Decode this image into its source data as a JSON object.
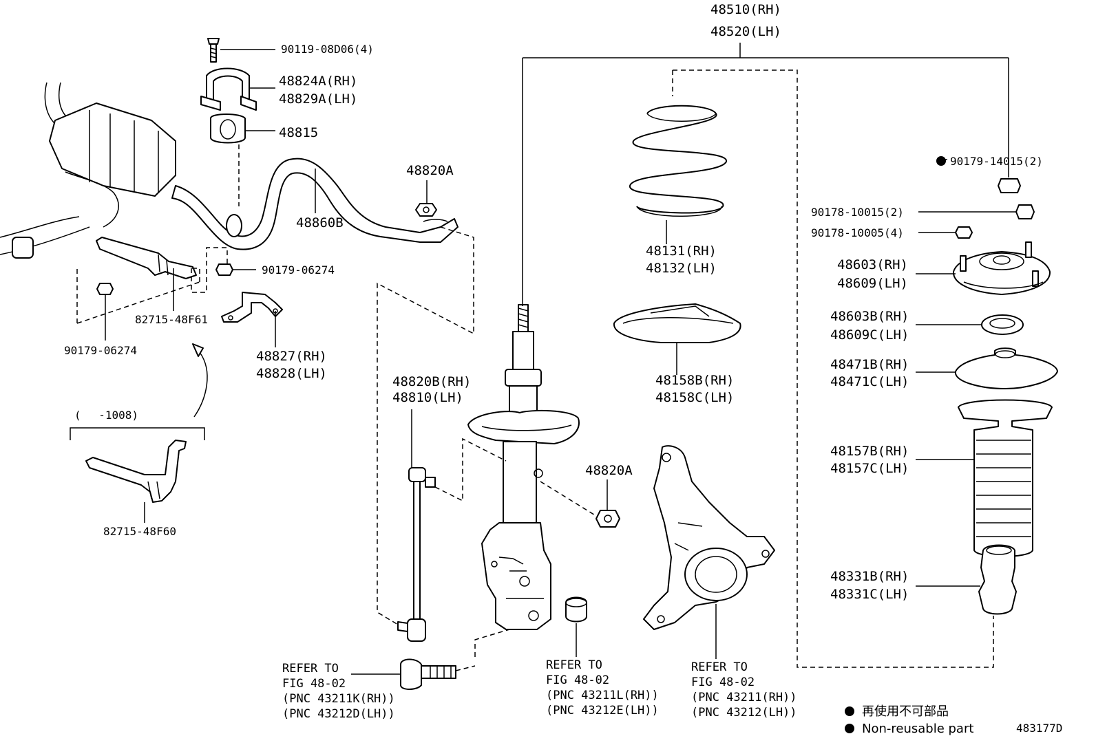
{
  "diagram_id": "483177D",
  "parts": {
    "strut_assy": [
      "48510(RH)",
      "48520(LH)"
    ],
    "bolt_90119": "90119-08D06(4)",
    "bracket_48824": [
      "48824A(RH)",
      "48829A(LH)"
    ],
    "bushing_48815": "48815",
    "stabilizer_bar": "48860B",
    "nut_48820a_top": "48820A",
    "nut_90179_right": "90179-06274",
    "bracket_82715_f61": "82715-48F61",
    "nut_90179_left": "90179-06274",
    "bracket_48827": [
      "48827(RH)",
      "48828(LH)"
    ],
    "old_range": "(　 -1008)",
    "bracket_82715_f60": "82715-48F60",
    "link_48820b": [
      "48820B(RH)",
      "48810(LH)"
    ],
    "nut_48820a_mid": "48820A",
    "spring": [
      "48131(RH)",
      "48132(LH)"
    ],
    "insulator_48158": [
      "48158B(RH)",
      "48158C(LH)"
    ],
    "nut_90179_14015": "90179-14015(2)",
    "nut_90178_10015": "90178-10015(2)",
    "nut_90178_10005": "90178-10005(4)",
    "support_48603": [
      "48603(RH)",
      "48609(LH)"
    ],
    "bearing_48603b": [
      "48603B(RH)",
      "48609C(LH)"
    ],
    "insulator_48471": [
      "48471B(RH)",
      "48471C(LH)"
    ],
    "boot_48157": [
      "48157B(RH)",
      "48157C(LH)"
    ],
    "bumper_48331": [
      "48331B(RH)",
      "48331C(LH)"
    ]
  },
  "refs": {
    "bolt": [
      "REFER TO",
      "FIG 48-02",
      "(PNC 43211K(RH))",
      "(PNC 43212D(LH))"
    ],
    "bushing": [
      "REFER TO",
      "FIG 48-02",
      "(PNC 43211L(RH))",
      "(PNC 43212E(LH))"
    ],
    "knuckle": [
      "REFER TO",
      "FIG 48-02",
      "(PNC 43211(RH))",
      "(PNC 43212(LH))"
    ]
  },
  "legend": {
    "ja": "再使用不可部品",
    "en": "Non-reusable part"
  }
}
